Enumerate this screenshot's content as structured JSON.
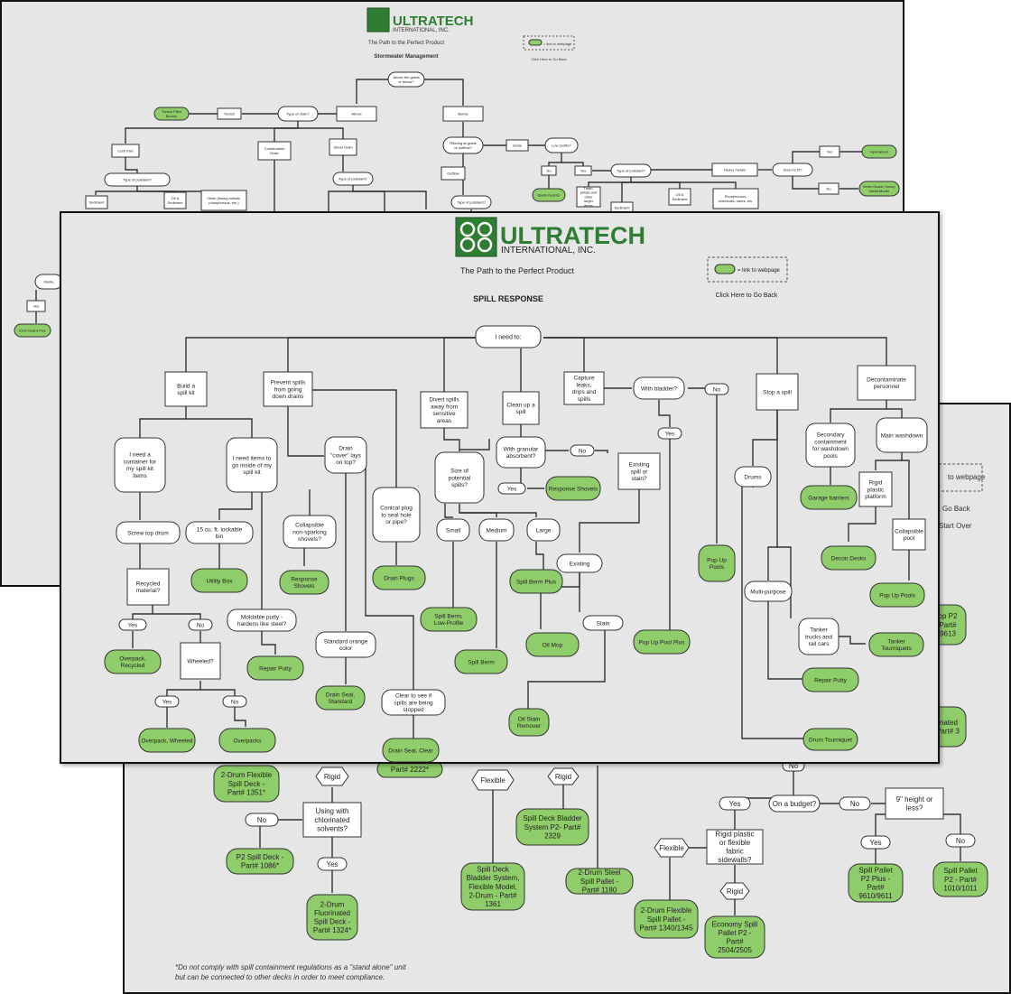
{
  "main": {
    "brand": "ULTRATECH",
    "brand_sub": "INTERNATIONAL, INC.",
    "tagline": "The Path to the Perfect Product",
    "title": "SPILL RESPONSE",
    "legend_text": "= link to webpage",
    "go_back": "Click Here to Go Back"
  },
  "top": {
    "brand": "ULTRATECH",
    "brand_sub": "INTERNATIONAL, INC.",
    "tagline": "The Path to the Perfect Product",
    "title": "Stormwater Management",
    "legend_text": "= link to webpage",
    "go_back": "Click Here to Go Back"
  },
  "back": {
    "link_text": "to webpage",
    "go_back": "Go Back",
    "start_over": "Start Over",
    "footnote_1": "*Do not comply with spill containment regulations as a \"stand alone\" unit",
    "footnote_2": "but can be connected to other decks in order to meet compliance."
  },
  "nodes": [
    {
      "id": "m0",
      "t": "I need to:",
      "k": "q"
    },
    {
      "id": "m1",
      "t": "Build a spill kit",
      "k": "b"
    },
    {
      "id": "m2",
      "t": "Prevent spills from going down drains",
      "k": "b"
    },
    {
      "id": "m3",
      "t": "Divert spills away from sensitive areas",
      "k": "b"
    },
    {
      "id": "m4",
      "t": "Clean up a spill",
      "k": "b"
    },
    {
      "id": "m5",
      "t": "Capture leaks, drips and spills",
      "k": "b"
    },
    {
      "id": "m6",
      "t": "With bladder?",
      "k": "q"
    },
    {
      "id": "m7",
      "t": "No",
      "k": "q"
    },
    {
      "id": "m8",
      "t": "Yes",
      "k": "q"
    },
    {
      "id": "m9",
      "t": "Stop a spill",
      "k": "b"
    },
    {
      "id": "m10",
      "t": "Decontaminate personnel",
      "k": "b"
    },
    {
      "id": "m11",
      "t": "I need a container for my spill kit items",
      "k": "q"
    },
    {
      "id": "m12",
      "t": "I need items to go inside of my spill kit",
      "k": "q"
    },
    {
      "id": "m13",
      "t": "Drain \"cover\" lays on top?",
      "k": "q"
    },
    {
      "id": "m14",
      "t": "Conical plug to seal hole or pipe?",
      "k": "q"
    },
    {
      "id": "m15",
      "t": "Collapsible non-sparking shovels?",
      "k": "q"
    },
    {
      "id": "m16",
      "t": "Size of potential spills?",
      "k": "q"
    },
    {
      "id": "m17",
      "t": "With granular absorbent?",
      "k": "q"
    },
    {
      "id": "m18",
      "t": "No",
      "k": "q"
    },
    {
      "id": "m19",
      "t": "Yes",
      "k": "q"
    },
    {
      "id": "m20",
      "t": "Response Shovels",
      "k": "g"
    },
    {
      "id": "m21",
      "t": "Existing spill or stain?",
      "k": "b"
    },
    {
      "id": "m22",
      "t": "Drums",
      "k": "q"
    },
    {
      "id": "m23",
      "t": "Secondary containment for washdown pools",
      "k": "q"
    },
    {
      "id": "m24",
      "t": "Main washdown",
      "k": "q"
    },
    {
      "id": "m25",
      "t": "Screw top drum",
      "k": "q"
    },
    {
      "id": "m26",
      "t": "15 cu. ft. lockable bin",
      "k": "q"
    },
    {
      "id": "m27",
      "t": "Small",
      "k": "q"
    },
    {
      "id": "m28",
      "t": "Medium",
      "k": "q"
    },
    {
      "id": "m29",
      "t": "Large",
      "k": "q"
    },
    {
      "id": "m30",
      "t": "Garage barriers",
      "k": "g"
    },
    {
      "id": "m31",
      "t": "Rigid plastic platform",
      "k": "b"
    },
    {
      "id": "m32",
      "t": "Recycled material?",
      "k": "b"
    },
    {
      "id": "m33",
      "t": "Utility Box",
      "k": "g"
    },
    {
      "id": "m34",
      "t": "Response Shovels",
      "k": "g"
    },
    {
      "id": "m35",
      "t": "Drain Plugs",
      "k": "g"
    },
    {
      "id": "m36",
      "t": "Spill Berm Plus",
      "k": "g"
    },
    {
      "id": "m37",
      "t": "Existing",
      "k": "q"
    },
    {
      "id": "m38",
      "t": "Pop Up Pools",
      "k": "g"
    },
    {
      "id": "m39",
      "t": "Collapsible pool",
      "k": "b"
    },
    {
      "id": "m40",
      "t": "Decon Decks",
      "k": "g"
    },
    {
      "id": "m41",
      "t": "Multi-purpose",
      "k": "q"
    },
    {
      "id": "m42",
      "t": "Pop Up Pools",
      "k": "g"
    },
    {
      "id": "m43",
      "t": "Moldable putty - hardens like steel?",
      "k": "q"
    },
    {
      "id": "m44",
      "t": "Yes",
      "k": "q"
    },
    {
      "id": "m45",
      "t": "No",
      "k": "q"
    },
    {
      "id": "m46",
      "t": "Stain",
      "k": "q"
    },
    {
      "id": "m47",
      "t": "Spill Berm, Low-Profile",
      "k": "g"
    },
    {
      "id": "m48",
      "t": "Oil Mop",
      "k": "g"
    },
    {
      "id": "m49",
      "t": "Tanker trucks and rail cars",
      "k": "q"
    },
    {
      "id": "m50",
      "t": "Tanker Tourniquets",
      "k": "g"
    },
    {
      "id": "m51",
      "t": "Pop Up Pool Plus",
      "k": "g"
    },
    {
      "id": "m52",
      "t": "Standard orange color",
      "k": "q"
    },
    {
      "id": "m53",
      "t": "Overpack, Recycled",
      "k": "g"
    },
    {
      "id": "m54",
      "t": "Wheeled?",
      "k": "b"
    },
    {
      "id": "m55",
      "t": "Repair Putty",
      "k": "g"
    },
    {
      "id": "m56",
      "t": "Spill Berm",
      "k": "g"
    },
    {
      "id": "m57",
      "t": "Repair Putty",
      "k": "g"
    },
    {
      "id": "m58",
      "t": "Drain Seal, Standard",
      "k": "g"
    },
    {
      "id": "m59",
      "t": "Clear to see if spills are being stopped",
      "k": "q"
    },
    {
      "id": "m60",
      "t": "Yes",
      "k": "q"
    },
    {
      "id": "m61",
      "t": "No",
      "k": "q"
    },
    {
      "id": "m62",
      "t": "Oil Stain Remover",
      "k": "g"
    },
    {
      "id": "m63",
      "t": "Overpack, Wheeled",
      "k": "g"
    },
    {
      "id": "m64",
      "t": "Overpacks",
      "k": "g"
    },
    {
      "id": "m65",
      "t": "Drum Tourniquet",
      "k": "g"
    },
    {
      "id": "m66",
      "t": "Drain Seal, Clear",
      "k": "g"
    },
    {
      "id": "t0",
      "t": "Above the grade or below?",
      "k": "q"
    },
    {
      "id": "t1",
      "t": "Trench Filter Booms",
      "k": "g"
    },
    {
      "id": "t2",
      "t": "Trench",
      "k": "b"
    },
    {
      "id": "t3",
      "t": "Type of drain?",
      "k": "q"
    },
    {
      "id": "t4",
      "t": "Above",
      "k": "b"
    },
    {
      "id": "t5",
      "t": "Below",
      "k": "b"
    },
    {
      "id": "t6",
      "t": "Curb Inlet",
      "k": "b"
    },
    {
      "id": "t7",
      "t": "Combination Drain",
      "k": "b"
    },
    {
      "id": "t8",
      "t": "Street Drain",
      "k": "b"
    },
    {
      "id": "t9",
      "t": "Filtering at grade or outflow?",
      "k": "q"
    },
    {
      "id": "t10",
      "t": "Grate",
      "k": "b"
    },
    {
      "id": "t11",
      "t": "Low profile?",
      "k": "q"
    },
    {
      "id": "t12",
      "t": "Yes",
      "k": "b"
    },
    {
      "id": "t13",
      "t": "Hydrokleen",
      "k": "g"
    },
    {
      "id": "t14",
      "t": "Type of pollutant?",
      "k": "q"
    },
    {
      "id": "t15",
      "t": "Type of pollutant?",
      "k": "q"
    },
    {
      "id": "t16",
      "t": "Outflow",
      "k": "b"
    },
    {
      "id": "t17",
      "t": "No",
      "k": "b"
    },
    {
      "id": "t18",
      "t": "Yes",
      "k": "b"
    },
    {
      "id": "t19",
      "t": "Type of pollutant?",
      "k": "q"
    },
    {
      "id": "t20",
      "t": "Heavy metals",
      "k": "b"
    },
    {
      "id": "t21",
      "t": "Sized to fit?",
      "k": "q"
    },
    {
      "id": "t22",
      "t": "No",
      "k": "b"
    },
    {
      "id": "t23",
      "t": "Drain Guard, Heavy Metal Model",
      "k": "g"
    },
    {
      "id": "t24",
      "t": "Sediment",
      "k": "b"
    },
    {
      "id": "t25",
      "t": "Oil & Sediment",
      "k": "b"
    },
    {
      "id": "t26",
      "t": "Other (heavy metals, phosphorous, etc.)",
      "k": "b"
    },
    {
      "id": "t27",
      "t": "Basin Guards",
      "k": "g"
    },
    {
      "id": "t28",
      "t": "Trash, petals and other larger items",
      "k": "b"
    },
    {
      "id": "t29",
      "t": "Type of pollutant?",
      "k": "q"
    },
    {
      "id": "t30",
      "t": "Sediment",
      "k": "b"
    },
    {
      "id": "t31",
      "t": "Oil & Sediment",
      "k": "b"
    },
    {
      "id": "t32",
      "t": "Phosphorous, chemicals, odors, etc.",
      "k": "b"
    },
    {
      "id": "t33",
      "t": "Media",
      "k": "q"
    },
    {
      "id": "t34",
      "t": "Yes",
      "k": "b"
    },
    {
      "id": "t35",
      "t": "Curb Guard Plus",
      "k": "g"
    },
    {
      "id": "b0",
      "t": "2-Drum Flexible Spill Deck - Part# 1351*",
      "k": "g"
    },
    {
      "id": "b1",
      "t": "Rigid",
      "k": "h"
    },
    {
      "id": "b2",
      "t": "Part# 2222*",
      "k": "g"
    },
    {
      "id": "b3",
      "t": "Flexible",
      "k": "h"
    },
    {
      "id": "b4",
      "t": "Rigid",
      "k": "h"
    },
    {
      "id": "b5",
      "t": "No",
      "k": "q"
    },
    {
      "id": "b6",
      "t": "Using with chlorinated solvents?",
      "k": "b"
    },
    {
      "id": "b7",
      "t": "No",
      "k": "q"
    },
    {
      "id": "b8",
      "t": "Spill Deck Bladder System P2- Part# 2329",
      "k": "g"
    },
    {
      "id": "b9",
      "t": "Yes",
      "k": "q"
    },
    {
      "id": "b10",
      "t": "On a budget?",
      "k": "q"
    },
    {
      "id": "b11",
      "t": "No",
      "k": "q"
    },
    {
      "id": "b12",
      "t": "9\" height or less?",
      "k": "b"
    },
    {
      "id": "b13",
      "t": "Rigid plastic or flexible fabric sidewalls?",
      "k": "b"
    },
    {
      "id": "b14",
      "t": "Flexible",
      "k": "h"
    },
    {
      "id": "b15",
      "t": "P2 Spill Deck - Part# 1086*",
      "k": "g"
    },
    {
      "id": "b16",
      "t": "Yes",
      "k": "q"
    },
    {
      "id": "b17",
      "t": "Yes",
      "k": "q"
    },
    {
      "id": "b18",
      "t": "No",
      "k": "q"
    },
    {
      "id": "b19",
      "t": "2-Drum Steel Spill Pallet - Part# 1180",
      "k": "g"
    },
    {
      "id": "b20",
      "t": "Spill Deck Bladder System, Flexible Model, 2-Drum - Part# 1361",
      "k": "g"
    },
    {
      "id": "b21",
      "t": "Rigid",
      "k": "h"
    },
    {
      "id": "b22",
      "t": "Spill Pallet P2 Plus - Part# 9610/9611",
      "k": "g"
    },
    {
      "id": "b23",
      "t": "Spill Pallet P2 - Part# 1010/1011",
      "k": "g"
    },
    {
      "id": "b24",
      "t": "2-Drum Fluorinated Spill Deck - Part# 1324*",
      "k": "g"
    },
    {
      "id": "b25",
      "t": "2-Drum Flexible Spill Pallet - Part# 1340/1345",
      "k": "g"
    },
    {
      "id": "b26",
      "t": "Economy Spill Pallet P2 - Part# 2504/2505",
      "k": "g"
    },
    {
      "id": "b27",
      "t": "op P2 Part# 9613",
      "k": "g"
    },
    {
      "id": "b28",
      "t": "inated Part# 3",
      "k": "g"
    }
  ]
}
